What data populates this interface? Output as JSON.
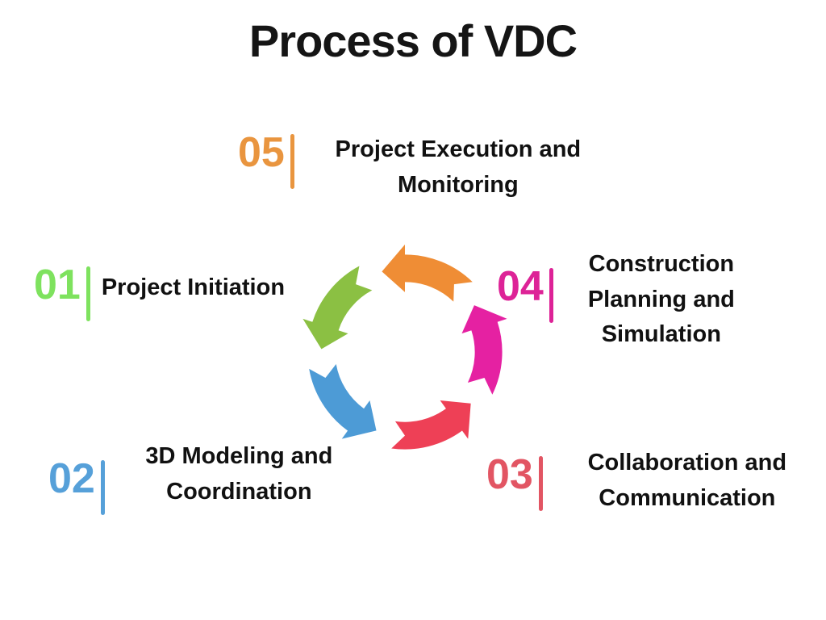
{
  "title": "Process of VDC",
  "background": "#ffffff",
  "steps": [
    {
      "number": "01",
      "label": "Project Initiation",
      "color": "#7ee25e"
    },
    {
      "number": "02",
      "label": "3D Modeling and Coordination",
      "color": "#56a0d9"
    },
    {
      "number": "03",
      "label": "Collaboration and Communication",
      "color": "#e25563"
    },
    {
      "number": "04",
      "label": "Construction Planning and Simulation",
      "color": "#dd2397"
    },
    {
      "number": "05",
      "label": "Project Execution and Monitoring",
      "color": "#e9953f"
    }
  ],
  "cycle": {
    "direction": "counterclockwise",
    "arrows": [
      {
        "name": "orange-arrow",
        "color": "#ef8d35"
      },
      {
        "name": "green-arrow",
        "color": "#8bc043"
      },
      {
        "name": "blue-arrow",
        "color": "#4d9bd6"
      },
      {
        "name": "red-arrow",
        "color": "#ee4056"
      },
      {
        "name": "pink-arrow",
        "color": "#e521a2"
      }
    ]
  }
}
